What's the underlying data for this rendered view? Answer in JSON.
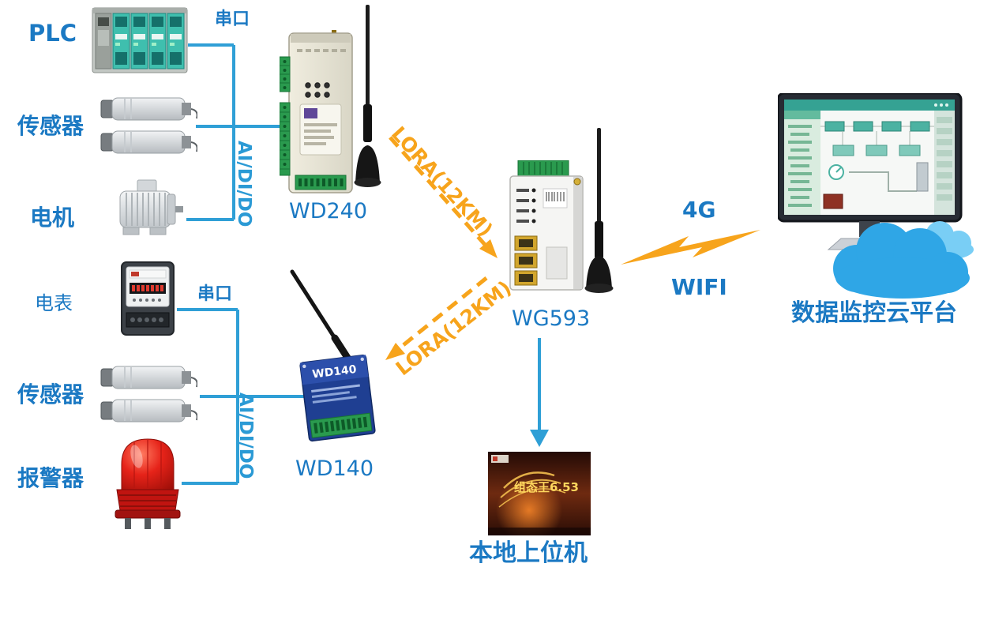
{
  "labels": {
    "plc": "PLC",
    "sensor_top": "传感器",
    "motor": "电机",
    "meter": "电表",
    "sensor_bottom": "传感器",
    "alarm": "报警器",
    "serial_top": "串口",
    "serial_bottom": "串口",
    "io_top": "AI/DI/DO",
    "io_bottom": "AI/DI/DO"
  },
  "devices": {
    "wd240": "WD240",
    "wd140": "WD140",
    "wg593": "WG593",
    "wd140_panel_text": "WD140"
  },
  "links": {
    "lora_top": "LORA(12KM)",
    "lora_bottom": "LORA(12KM)",
    "wan_4g": "4G",
    "wan_wifi": "WIFI"
  },
  "right": {
    "cloud_platform": "数据监控云平台"
  },
  "bottom": {
    "local_host": "本地上位机",
    "kingview_title": "组态王6.53"
  },
  "colors": {
    "label_blue": "#1b79c3",
    "line_blue": "#2f9fd6",
    "link_orange": "#f7a41c",
    "terminal_green": "#2a9a4e",
    "cloud_blue": "#2fa6e6"
  }
}
